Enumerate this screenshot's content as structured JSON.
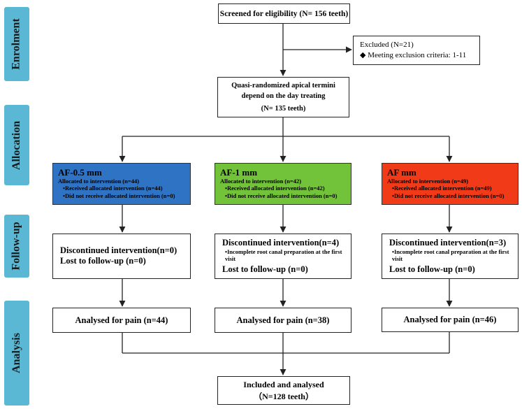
{
  "phases": {
    "enrolment": "Enrolment",
    "allocation": "Allocation",
    "follow_up": "Follow-up",
    "analysis": "Analysis"
  },
  "screened": "Screened for eligibility (N= 156 teeth)",
  "excluded": {
    "title": "Excluded (N=21)",
    "bullet": "◆",
    "criteria": "Meeting exclusion criteria: 1-11"
  },
  "randomized": {
    "line1": "Quasi-randomized apical termini",
    "line2": "depend on the day treating",
    "line3": "(N= 135 teeth)"
  },
  "arms": [
    {
      "title": "AF-0.5 mm",
      "color": "#2f73c4",
      "allocated": "Allocated to intervention (n=44)",
      "received": "•Received allocated intervention (n=44)",
      "not_received": "•Did not receive allocated intervention (n=0)",
      "discontinued": "Discontinued intervention(n=0)",
      "reason": "",
      "lost": "Lost to follow-up (n=0)",
      "analysed": "Analysed for  pain (n=44)"
    },
    {
      "title": "AF-1 mm",
      "color": "#72c23a",
      "allocated": "Allocated to intervention (n=42)",
      "received": "•Received allocated intervention (n=42)",
      "not_received": "•Did not receive allocated intervention (n=0)",
      "discontinued": "Discontinued intervention(n=4)",
      "reason": "•Incomplete root canal preparation at the first visit",
      "lost": "Lost to follow-up (n=0)",
      "analysed": "Analysed for  pain (n=38)"
    },
    {
      "title": "AF mm",
      "color": "#f03a18",
      "allocated": "Allocated to intervention (n=49)",
      "received": "•Received allocated intervention (n=49)",
      "not_received": "•Did not receive allocated intervention (n=0)",
      "discontinued": "Discontinued intervention(n=3)",
      "reason": "•Incomplete root canal preparation at the first visit",
      "lost": "Lost to follow-up (n=0)",
      "analysed": "Analysed for  pain (n=46)"
    }
  ],
  "final": {
    "line1": "Included and analysed",
    "line2": "（N=128 teeth）"
  }
}
